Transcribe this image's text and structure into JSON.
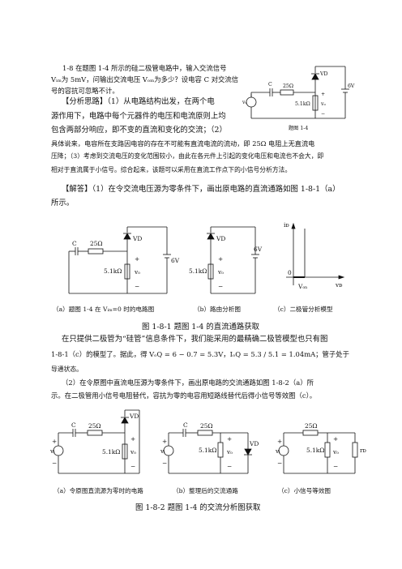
{
  "problem": {
    "line1": "1-8   在题图 1-4 所示的硅二极管电路中，输入交流信号",
    "line2": "Vᵢₘ为 5mV，问输出交流电压 Vₒₘ为多少？设电容 C 对交流信",
    "line3": "号的容抗可忽略不计。"
  },
  "analysis": {
    "line1": "【分析思路】（1）从电路结构出发，在两个电",
    "line2": "源作用下，电路中每个元器件的电压和电流原则上均",
    "line3": "包含两部分响应，即不变的直流和变化的交流；（2）",
    "line4": "具体说来，电容所在支路因电容的存在不可能有直流电流的流动，即 25Ω 电阻上无直流电",
    "line5": "压降；（3）考虑到交流电压的变化范围较小，由此在各元件上引起的变化电压和电流也不会大，即",
    "line6": "相对于直流属于小信号。综合起来，该题可以采用在直流工作点下的小信号分析方法。"
  },
  "answer": {
    "line1": "【解答】（1）在令交流电压源为零条件下，画出原电路的直流通路如图 1-8-1（a）",
    "line2": "所示。"
  },
  "fig_1_8_1": {
    "title": "图 1-8-1    题图 1-4 的直流通路获取",
    "cap_a": "（a）题图 1-4 在 Vᵢₘ=0 时的电路图",
    "cap_b": "（b）路由分析图",
    "cap_c": "（c）二极管分析模型"
  },
  "body2": {
    "line1": "在只提供二极管为“硅管”信息条件下，我们能采用的最精确二极管模型也只有图",
    "line2": "1-8-1（c）的模型了。据此，得 VₒQ = 6 − 0.7 = 5.3V，IₒQ = 5.3 / 5.1 = 1.04mA；管子处于",
    "line3": "导通状态。",
    "line4": "（2）在令原图中直流电压源为零条件下，画出原电路的交流通路如图 1-8-2（a）所",
    "line5": "示。在二极管用小信号电阻替代，容抗为零的电容用短路线替代后得小信号等效图（c）。"
  },
  "fig_1_8_2": {
    "title": "图 1-8-2    题图 1-4 的交流分析图获取",
    "cap_a": "（a）令原图直流源为零时的电路",
    "cap_b": "（b）整理后的交流通路",
    "cap_c": "（c）小信号等效图"
  },
  "labels": {
    "vd": "VD",
    "c": "C",
    "r25": "25Ω",
    "r51": "5.1kΩ",
    "v6": "6V",
    "vo": "vₒ",
    "vi": "vᵢ",
    "plus": "+",
    "minus": "−",
    "fig_label": "题图 1-4",
    "id_axis": "iᴅ",
    "vd_axis": "vᴅ",
    "von": "Vₒₙ",
    "zero": "0",
    "rd": "rᴅ"
  }
}
